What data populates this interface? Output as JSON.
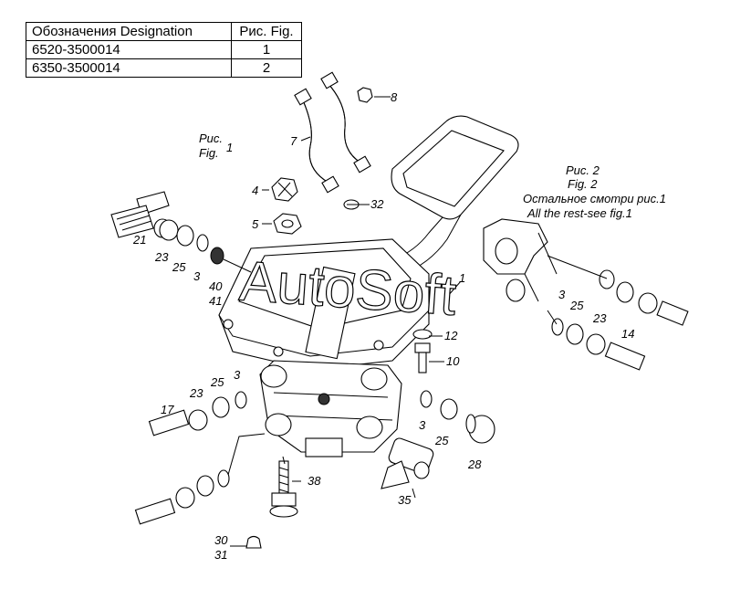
{
  "table": {
    "header": {
      "designation": "Обозначения Designation",
      "fig": "Рис. Fig."
    },
    "rows": [
      {
        "designation": "6520-3500014",
        "fig": "1"
      },
      {
        "designation": "6350-3500014",
        "fig": "2"
      }
    ]
  },
  "captions": {
    "fig1_line1": "Рис.",
    "fig1_line2": "Fig.",
    "fig1_num": "1",
    "fig2_line1": "Рис. 2",
    "fig2_line2": "Fig. 2",
    "fig2_line3": "Остальное смотри рис.1",
    "fig2_line4": "All the rest-see fig.1"
  },
  "watermark": "AutoSoft",
  "callouts": {
    "c1": "1",
    "c3a": "3",
    "c3b": "3",
    "c3c": "3",
    "c3d": "3",
    "c4": "4",
    "c5": "5",
    "c7": "7",
    "c8": "8",
    "c10": "10",
    "c12": "12",
    "c14": "14",
    "c17": "17",
    "c21": "21",
    "c23a": "23",
    "c23b": "23",
    "c23c": "23",
    "c25a": "25",
    "c25b": "25",
    "c25c": "25",
    "c25d": "25",
    "c28": "28",
    "c30": "30",
    "c31": "31",
    "c32": "32",
    "c35": "35",
    "c38": "38",
    "c40": "40",
    "c41": "41"
  }
}
